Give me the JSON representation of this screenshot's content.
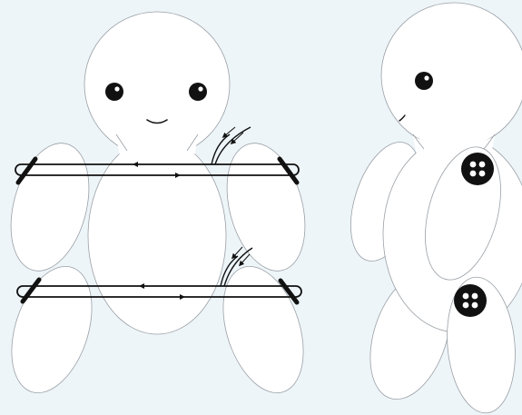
{
  "diagram": {
    "subject": "",
    "panels": [
      {
        "id": "front-view",
        "parts": [
          "head",
          "eye-left",
          "eye-right",
          "smile",
          "torso",
          "arm-left",
          "arm-right",
          "leg-left",
          "leg-right",
          "thread-upper",
          "thread-lower"
        ]
      },
      {
        "id": "side-view",
        "parts": [
          "head",
          "eye",
          "mouth",
          "torso",
          "arm",
          "leg-back",
          "leg-front",
          "button-arm",
          "button-leg"
        ]
      }
    ]
  },
  "colors": {
    "background": "#eef5f9",
    "fill": "#ffffff",
    "outline": "#9aa0a6",
    "ink": "#111111"
  },
  "icons": [
    "arrow-left-icon",
    "arrow-right-icon",
    "needle-end-icon",
    "button-icon"
  ]
}
